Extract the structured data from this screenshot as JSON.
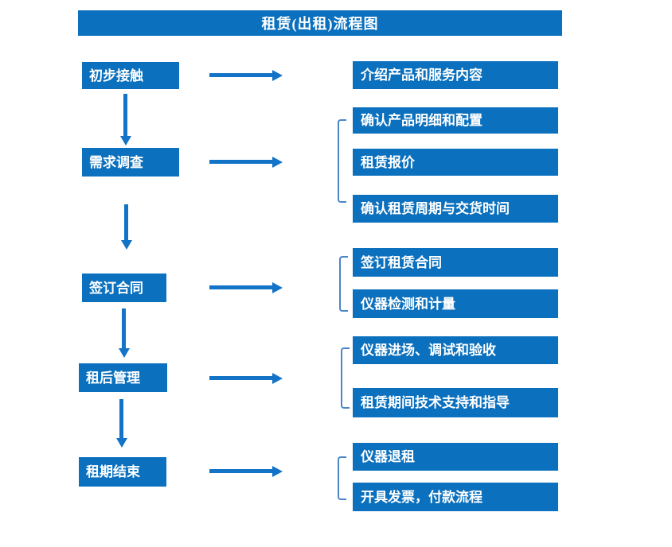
{
  "title": "租赁(出租)流程图",
  "colors": {
    "primary_blue": "#0b70bd",
    "arrow_blue": "#1273c7",
    "bracket_blue": "#4a86c8",
    "text_white": "#ffffff"
  },
  "steps": [
    {
      "label": "初步接触",
      "details": [
        "介绍产品和服务内容"
      ]
    },
    {
      "label": "需求调查",
      "details": [
        "确认产品明细和配置",
        "租赁报价",
        "确认租赁周期与交货时间"
      ]
    },
    {
      "label": "签订合同",
      "details": [
        "签订租赁合同",
        "仪器检测和计量"
      ]
    },
    {
      "label": "租后管理",
      "details": [
        "仪器进场、调试和验收",
        "租赁期间技术支持和指导"
      ]
    },
    {
      "label": "租期结束",
      "details": [
        "仪器退租",
        "开具发票，付款流程"
      ]
    }
  ]
}
